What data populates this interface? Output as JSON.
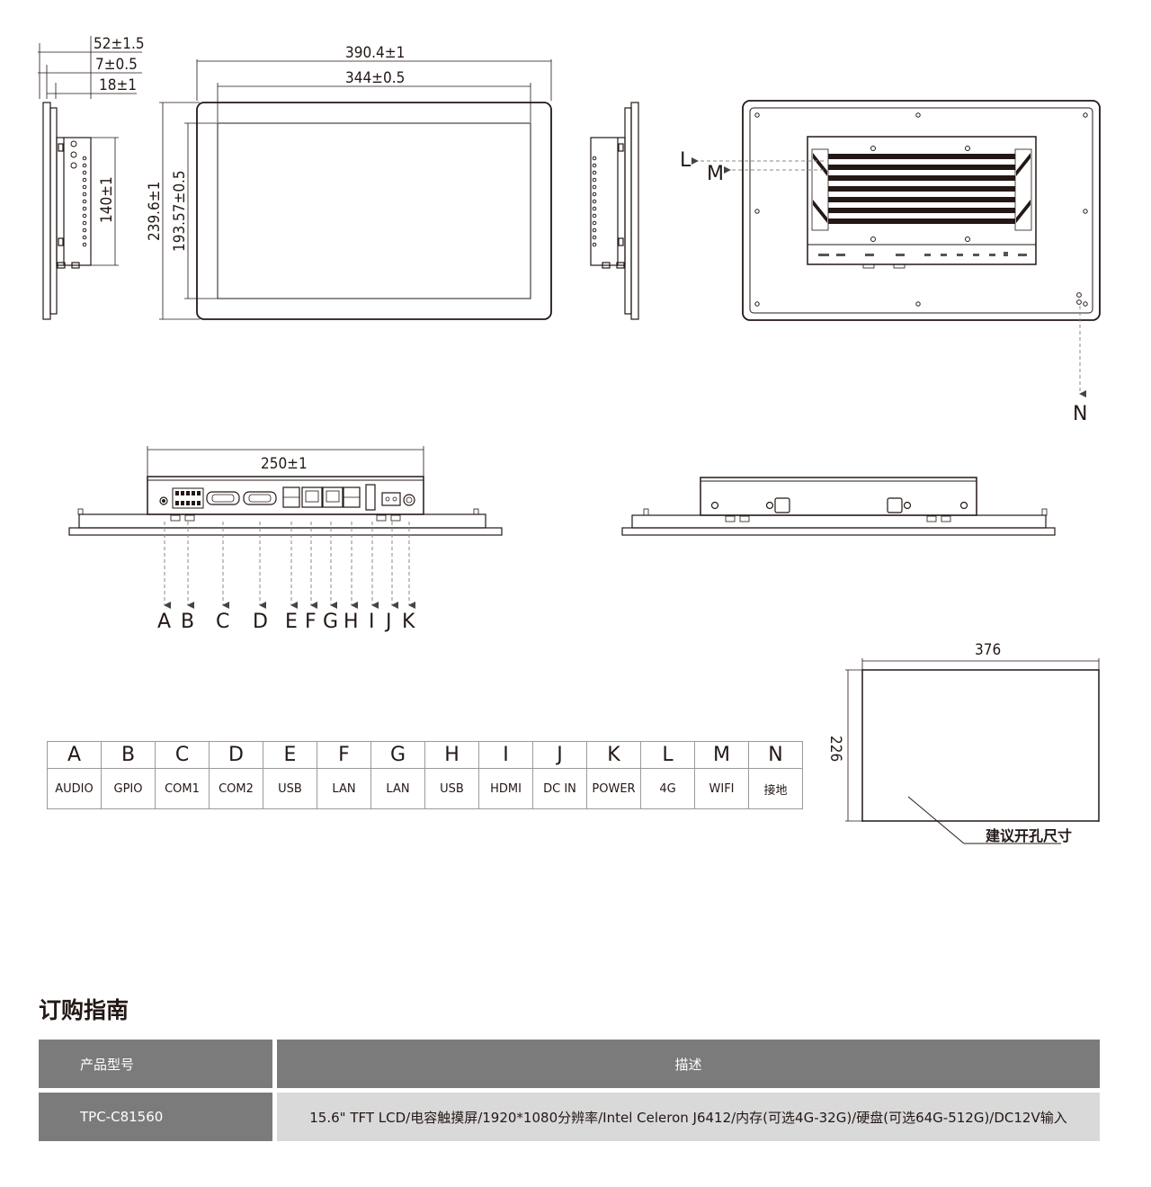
{
  "dimensions": {
    "side_total": "52±1.5",
    "side_front": "7±0.5",
    "side_body": "18±1",
    "side_height": "140±1",
    "front_width": "390.4±1",
    "front_view_width": "344±0.5",
    "front_height": "239.6±1",
    "front_view_height": "193.57±0.5",
    "bottom_width": "250±1",
    "cutout_width": "376",
    "cutout_height": "226",
    "cutout_note": "建议开孔尺寸"
  },
  "rear_callouts": [
    "L",
    "M",
    "N"
  ],
  "port_callouts": [
    "A",
    "B",
    "C",
    "D",
    "E",
    "F",
    "G",
    "H",
    "I",
    "J",
    "K"
  ],
  "ports_table": {
    "letters": [
      "A",
      "B",
      "C",
      "D",
      "E",
      "F",
      "G",
      "H",
      "I",
      "J",
      "K",
      "L",
      "M",
      "N"
    ],
    "names": [
      "AUDIO",
      "GPIO",
      "COM1",
      "COM2",
      "USB",
      "LAN",
      "LAN",
      "USB",
      "HDMI",
      "DC IN",
      "POWER",
      "4G",
      "WIFI",
      "接地"
    ]
  },
  "ordering": {
    "title": "订购指南",
    "header_model": "产品型号",
    "header_desc": "描述",
    "rows": [
      {
        "model": "TPC-C81560",
        "desc": "15.6\" TFT LCD/电容触摸屏/1920*1080分辨率/Intel Celeron J6412/内存(可选4G-32G)/硬盘(可选64G-512G)/DC12V输入"
      }
    ]
  }
}
